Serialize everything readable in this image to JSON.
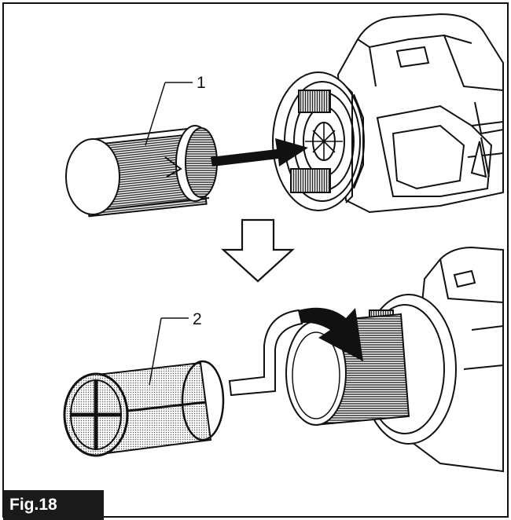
{
  "figure": {
    "label": "Fig.18",
    "callouts": [
      "1",
      "2"
    ]
  },
  "colors": {
    "ink": "#111111",
    "label_bg": "#1a1a1a",
    "label_text": "#ffffff"
  }
}
